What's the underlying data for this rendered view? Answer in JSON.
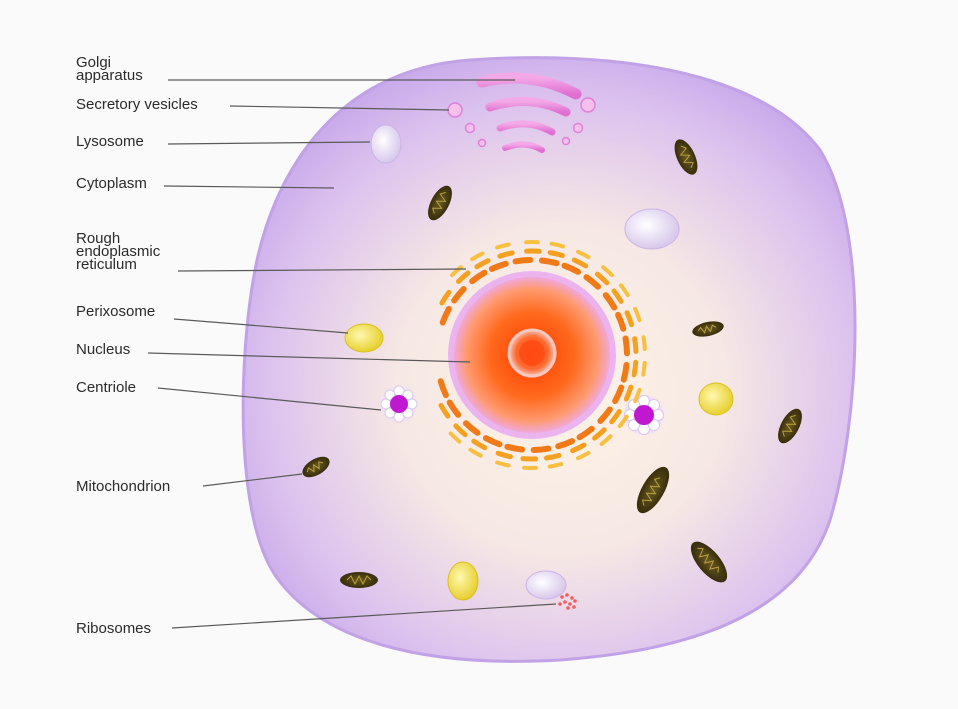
{
  "labels": {
    "golgi": "Golgi\napparatus",
    "secretory": "Secretory vesicles",
    "lysosome": "Lysosome",
    "cytoplasm": "Cytoplasm",
    "rer": "Rough\nendoplasmic\nreticulum",
    "perixosome": "Perixosome",
    "nucleus": "Nucleus",
    "centriole": "Centriole",
    "mitochondrion": "Mitochondrion",
    "ribosomes": "Ribosomes"
  },
  "colors": {
    "membrane": "#c9a8ec",
    "cytoplasm_center": "#fbeede",
    "nucleus_outer": "#e7a8f0",
    "nucleus_core": "#ff5a12",
    "nucleolus": "#f8b8a8",
    "golgi": "#f090e0",
    "mitochondrion": "#4a3a10",
    "peroxisome": "#f0e050",
    "centriole": "#c020d0",
    "er": "#f08020",
    "leader": "#555555"
  }
}
